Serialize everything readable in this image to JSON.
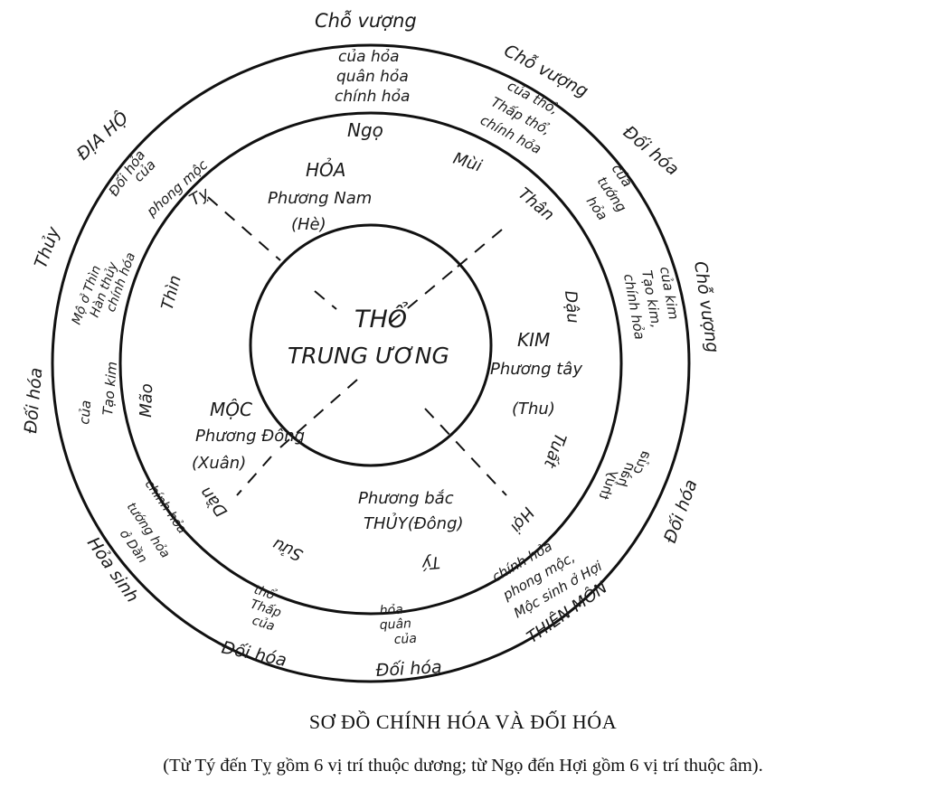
{
  "center": {
    "line1": "THỔ",
    "line2": "TRUNG ƯƠNG"
  },
  "elements": {
    "hoa": [
      "HỎA",
      "Phương Nam",
      "(Hè)"
    ],
    "kim": [
      "KIM",
      "Phương tây",
      "(Thu)"
    ],
    "moc": [
      "MỘC",
      "Phương Đông",
      "(Xuân)"
    ],
    "thuy": [
      "Phương bắc",
      "THỦY(Đông)"
    ]
  },
  "branches": {
    "ngo": "Ngọ",
    "mui": "Mùi",
    "than": "Thân",
    "dau": "Dậu",
    "tuat": "Tuất",
    "hoi": "Hợi",
    "ty_north": "Tý",
    "suu": "Sửu",
    "dan": "Dần",
    "mao": "Mão",
    "thin": "Thìn",
    "ty_south": "Tỵ"
  },
  "annotations": {
    "top_outer": "Chỗ vượng",
    "top_inner": [
      "của hỏa",
      "quân hỏa",
      "chính hỏa"
    ],
    "topright_outer": "Chỗ vượng",
    "topright_inner": [
      "của thổ,",
      "Thấp thổ,",
      "chính hỏa"
    ],
    "right_doi_hoa": "Đối hóa",
    "right_cua_tuong_hoa": [
      "của",
      "tướng",
      "hỏa"
    ],
    "right_outer": "Chỗ vượng",
    "right_inner": [
      "của kim",
      "Tạo kim,",
      "chính hỏa"
    ],
    "lowerright_doi_hoa": "Đối hóa",
    "lowerright_inner": [
      "của",
      "hàn",
      "thủy"
    ],
    "bottomright_outer": "THIÊN MÔN",
    "bottomright_inner": [
      "Mộc sinh ở Hợi",
      "phong mộc,",
      "chính hỏa"
    ],
    "bottom_outer": "Đối hóa",
    "bottom_inner": [
      "của",
      "quân",
      "hỏa"
    ],
    "bottomleft_doi_hoa": "Đối hóa",
    "bottomleft_inner": [
      "của",
      "Thấp",
      "thổ"
    ],
    "lowerleft_outer": "Hỏa sinh",
    "lowerleft_inner": [
      "ở Dần",
      "tướng hỏa",
      "chính hỏa"
    ],
    "left_doi_hoa": "Đối hóa",
    "left_inner": [
      "của",
      "Tạo kim"
    ],
    "upperleft_outer": "Thủy",
    "upperleft_inner": [
      "Mộ ở Thìn",
      "Hàn thủy",
      "chính hóa"
    ],
    "topleft_outer": "ĐỊA HỘ",
    "topleft_inner": [
      "Đối hỏa",
      "của",
      "phong mộc"
    ]
  },
  "caption": {
    "title": "SƠ ĐỒ CHÍNH HÓA VÀ ĐỐI HÓA",
    "note": "(Từ Tý đến Tỵ gồm 6 vị trí thuộc dương; từ Ngọ đến Hợi gồm 6 vị trí thuộc âm)."
  }
}
